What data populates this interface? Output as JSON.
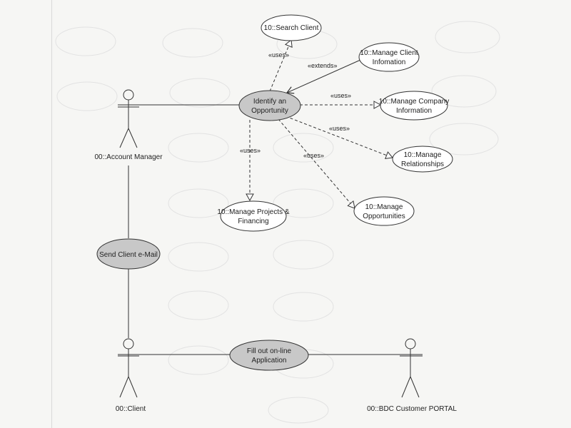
{
  "use_cases": {
    "search_client": "10::Search Client",
    "manage_client_info": [
      "10::Manage Client",
      "Infomation"
    ],
    "identify_opportunity": [
      "Identify an",
      "Opportunity"
    ],
    "manage_company_info": [
      "10::Manage Company",
      "Information"
    ],
    "manage_relationships": [
      "10::Manage",
      "Relationships"
    ],
    "manage_projects": [
      "10::Manage Projects &",
      "Financing"
    ],
    "manage_opportunities": [
      "10::Manage",
      "Opportunities"
    ],
    "send_client_email": "Send Client e-Mail",
    "fill_application": [
      "Fill out on-line",
      "Application"
    ]
  },
  "actors": {
    "account_manager": "00::Account Manager",
    "client": "00::Client",
    "portal": "00::BDC Customer PORTAL"
  },
  "relations": {
    "uses_search": "«uses»",
    "extends_client_info": "«extends»",
    "uses_company": "«uses»",
    "uses_relationships": "«uses»",
    "uses_projects": "«uses»",
    "uses_opportunities": "«uses»"
  },
  "colors": {
    "line": "#333333",
    "highlight_fill": "#c8c8c8",
    "plain_fill": "#ffffff",
    "ghost": "#dcdcdc"
  }
}
